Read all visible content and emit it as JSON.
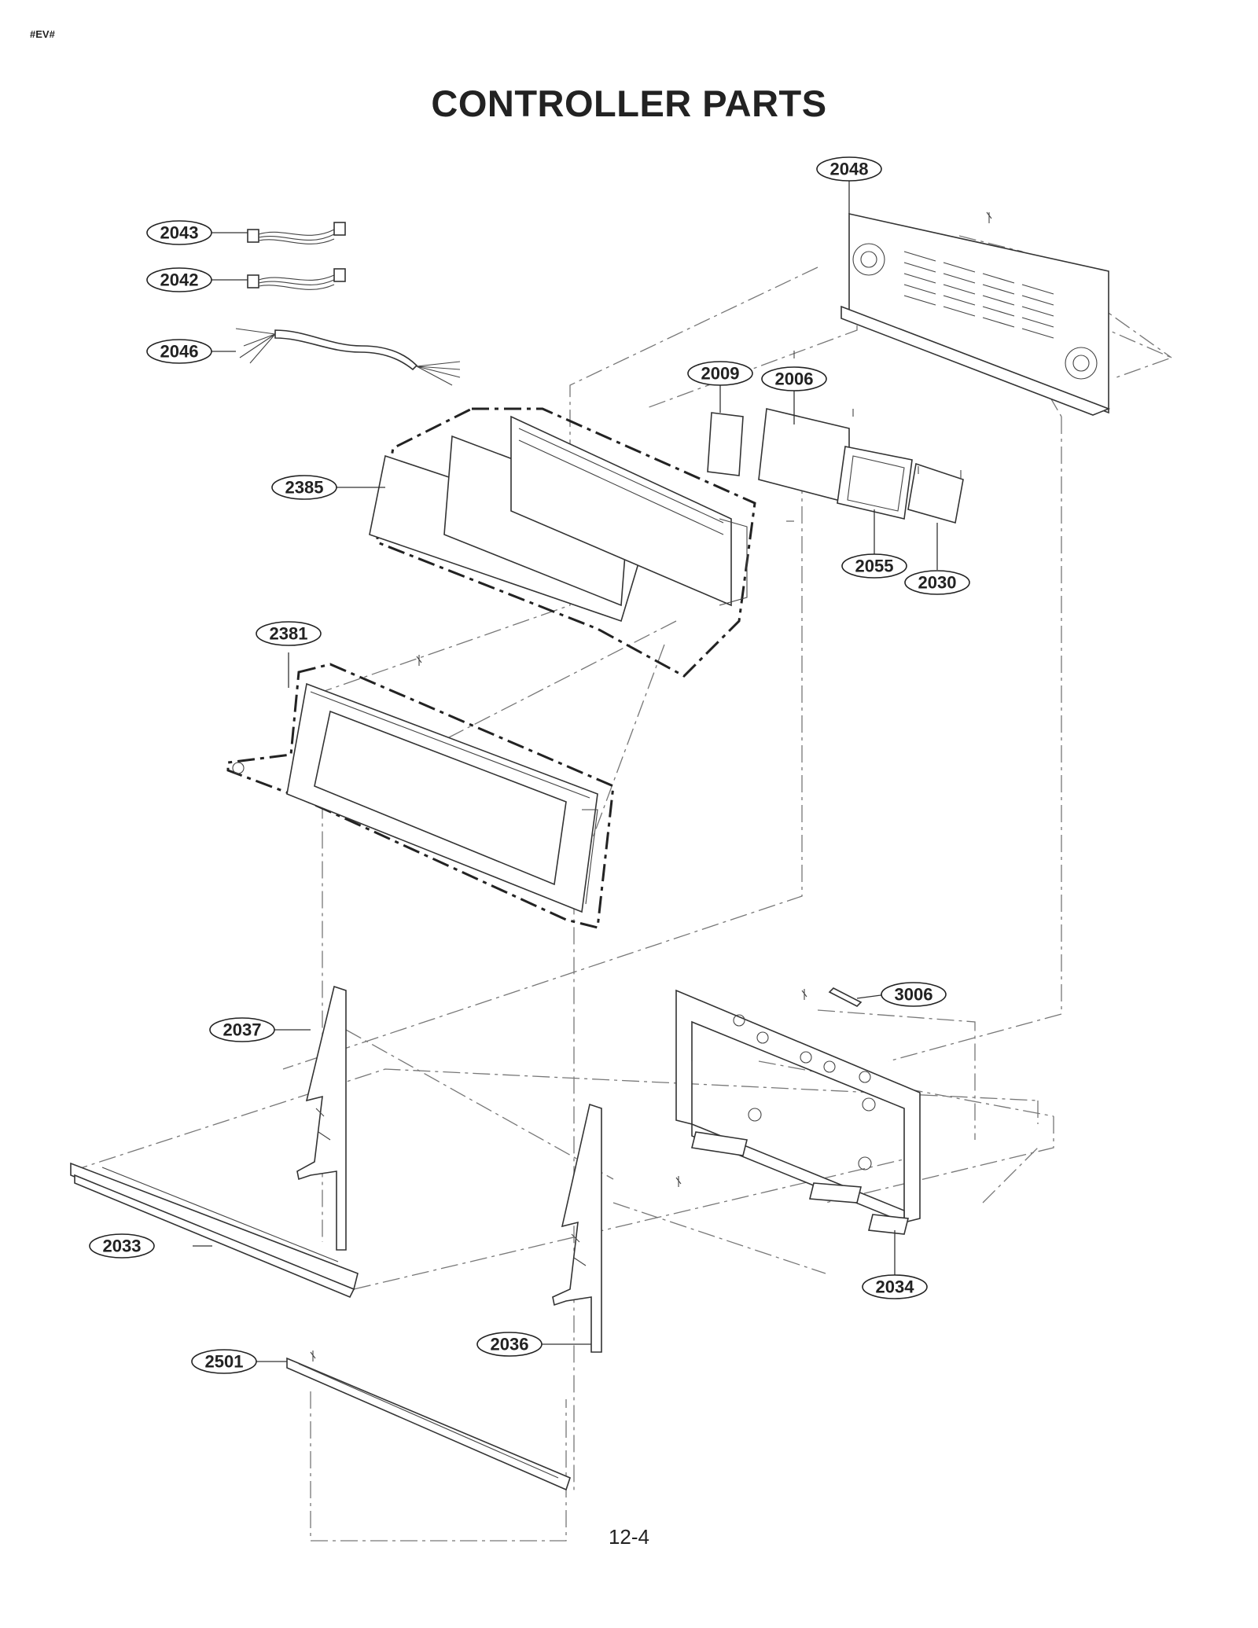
{
  "header": {
    "tag": "#EV#",
    "title": "CONTROLLER PARTS"
  },
  "footer": {
    "page_number": "12-4"
  },
  "callouts": [
    {
      "id": "c2048",
      "label": "2048"
    },
    {
      "id": "c2043",
      "label": "2043"
    },
    {
      "id": "c2042",
      "label": "2042"
    },
    {
      "id": "c2046",
      "label": "2046"
    },
    {
      "id": "c2009",
      "label": "2009"
    },
    {
      "id": "c2006",
      "label": "2006"
    },
    {
      "id": "c2385",
      "label": "2385"
    },
    {
      "id": "c2055",
      "label": "2055"
    },
    {
      "id": "c2030",
      "label": "2030"
    },
    {
      "id": "c2381",
      "label": "2381"
    },
    {
      "id": "c3006",
      "label": "3006"
    },
    {
      "id": "c2037",
      "label": "2037"
    },
    {
      "id": "c2033",
      "label": "2033"
    },
    {
      "id": "c2034",
      "label": "2034"
    },
    {
      "id": "c2036",
      "label": "2036"
    },
    {
      "id": "c2501",
      "label": "2501"
    }
  ]
}
